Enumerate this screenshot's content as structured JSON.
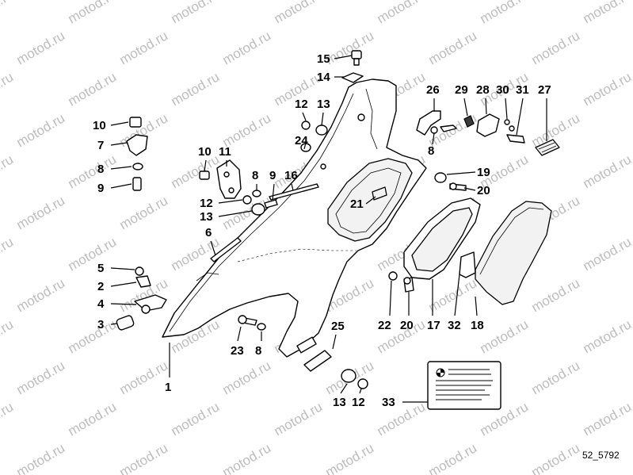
{
  "watermark": {
    "text": "motod.ru"
  },
  "reference_code": "52_5792",
  "callouts": [
    {
      "id": "c15a",
      "label": "15"
    },
    {
      "id": "c14a",
      "label": "14"
    },
    {
      "id": "c26a",
      "label": "26"
    },
    {
      "id": "c29a",
      "label": "29"
    },
    {
      "id": "c28a",
      "label": "28"
    },
    {
      "id": "c30a",
      "label": "30"
    },
    {
      "id": "c31a",
      "label": "31"
    },
    {
      "id": "c27a",
      "label": "27"
    },
    {
      "id": "c12a",
      "label": "12"
    },
    {
      "id": "c13a",
      "label": "13"
    },
    {
      "id": "c10a",
      "label": "10"
    },
    {
      "id": "c7a",
      "label": "7"
    },
    {
      "id": "c8a",
      "label": "8"
    },
    {
      "id": "c9a",
      "label": "9"
    },
    {
      "id": "c24a",
      "label": "24"
    },
    {
      "id": "c8b",
      "label": "8"
    },
    {
      "id": "c10b",
      "label": "10"
    },
    {
      "id": "c11a",
      "label": "11"
    },
    {
      "id": "c8c",
      "label": "8"
    },
    {
      "id": "c9b",
      "label": "9"
    },
    {
      "id": "c16a",
      "label": "16"
    },
    {
      "id": "c19a",
      "label": "19"
    },
    {
      "id": "c20a",
      "label": "20"
    },
    {
      "id": "c21a",
      "label": "21"
    },
    {
      "id": "c12b",
      "label": "12"
    },
    {
      "id": "c13b",
      "label": "13"
    },
    {
      "id": "c6a",
      "label": "6"
    },
    {
      "id": "c5a",
      "label": "5"
    },
    {
      "id": "c2a",
      "label": "2"
    },
    {
      "id": "c4a",
      "label": "4"
    },
    {
      "id": "c3a",
      "label": "3"
    },
    {
      "id": "c22a",
      "label": "22"
    },
    {
      "id": "c20b",
      "label": "20"
    },
    {
      "id": "c17a",
      "label": "17"
    },
    {
      "id": "c32a",
      "label": "32"
    },
    {
      "id": "c18a",
      "label": "18"
    },
    {
      "id": "c25a",
      "label": "25"
    },
    {
      "id": "c23a",
      "label": "23"
    },
    {
      "id": "c8d",
      "label": "8"
    },
    {
      "id": "c1a",
      "label": "1"
    },
    {
      "id": "c13c",
      "label": "13"
    },
    {
      "id": "c12c",
      "label": "12"
    },
    {
      "id": "c33a",
      "label": "33"
    }
  ]
}
